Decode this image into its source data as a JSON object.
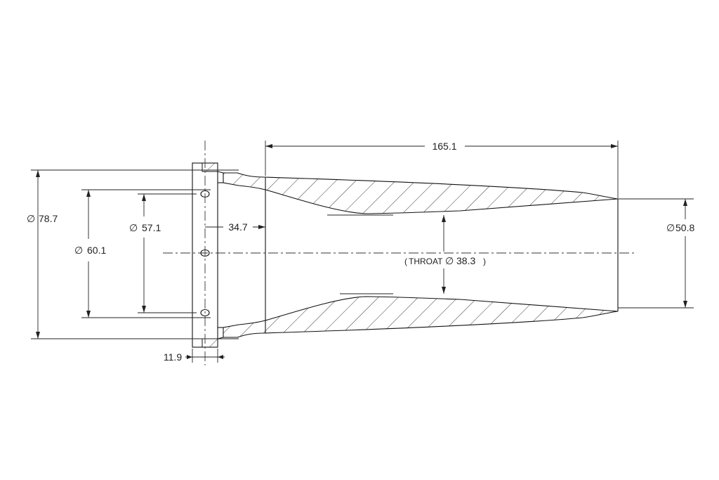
{
  "drawing": {
    "symbols": {
      "diameter": "∅"
    },
    "dimensions": {
      "overall_length": "165.1",
      "outer_diameter": "78.7",
      "bolt_circle": "60.1",
      "inlet_diameter": "57.1",
      "inlet_depth": "34.7",
      "flange_thickness": "11.9",
      "outlet_diameter": "50.8",
      "throat_label": "THROAT",
      "throat_diameter": "38.3"
    }
  }
}
